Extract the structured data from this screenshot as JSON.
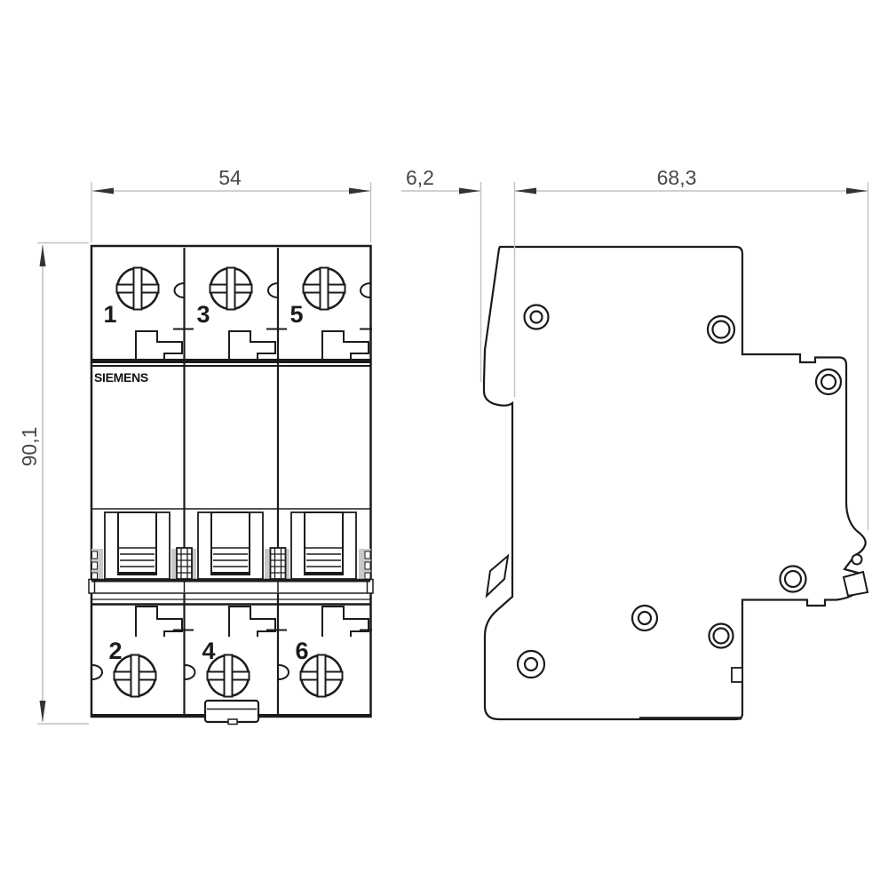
{
  "drawing": {
    "brand": "SIEMENS",
    "front_view": {
      "top_terminals": [
        "1",
        "3",
        "5"
      ],
      "bottom_terminals": [
        "2",
        "4",
        "6"
      ]
    },
    "side_view": {
      "rivets": 7
    },
    "dimensions": {
      "front_width": "54",
      "front_height": "90,1",
      "side_front_gap": "6,2",
      "side_depth": "68,3"
    },
    "colors": {
      "line": "#1b1b1b",
      "dim_line": "#c2c2c2",
      "dim_text": "#484848",
      "arrow": "#333333",
      "shade": "#c9c9c9",
      "background": "#ffffff"
    }
  }
}
